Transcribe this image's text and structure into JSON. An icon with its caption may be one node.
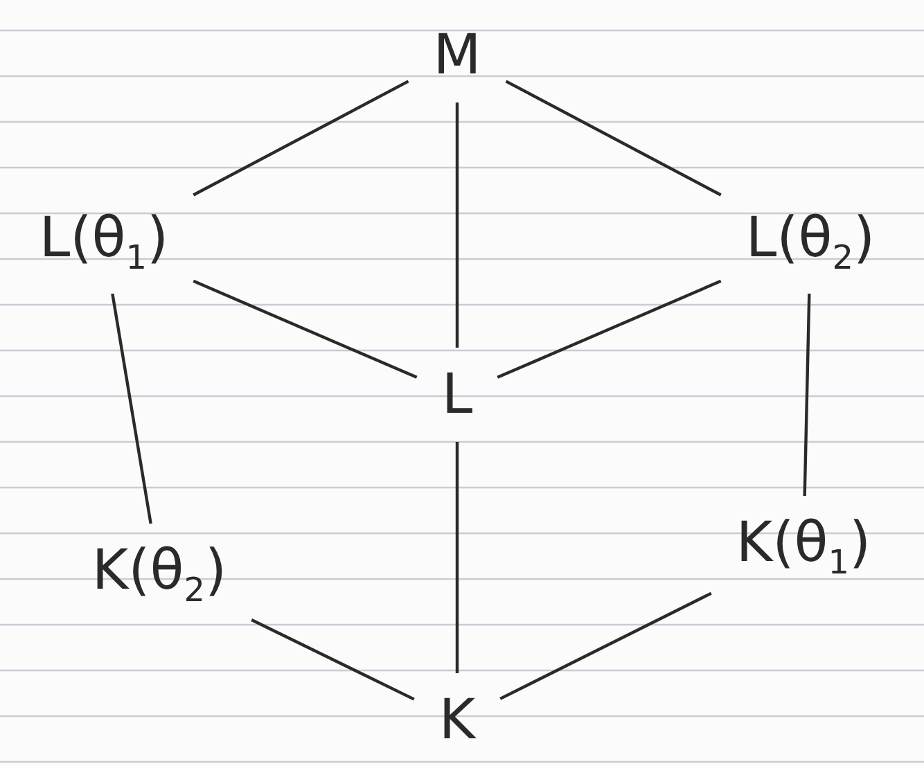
{
  "diagram": {
    "nodes": [
      {
        "text": [
          "M"
        ]
      },
      {
        "text": [
          "L(θ$_{1}$)"
        ]
      },
      {
        "text": [
          "L(θ$_{2}$)"
        ]
      },
      {
        "text": [
          "L"
        ]
      },
      {
        "text": [
          "K(θ$_{2}$)"
        ]
      },
      {
        "text": [
          "K(θ$_{1}$)"
        ]
      },
      {
        "text": [
          "K"
        ]
      }
    ],
    "edges": [
      {
        "from": 0,
        "to": 1,
        "arrow": "none"
      },
      {
        "from": 0,
        "to": 3,
        "arrow": "none"
      },
      {
        "from": 0,
        "to": 2,
        "arrow": "none"
      },
      {
        "from": 1,
        "to": 3,
        "arrow": "none"
      },
      {
        "from": 2,
        "to": 3,
        "arrow": "none"
      },
      {
        "from": 1,
        "to": 4,
        "arrow": "none"
      },
      {
        "from": 2,
        "to": 5,
        "arrow": "none"
      },
      {
        "from": 3,
        "to": 6,
        "arrow": "none"
      },
      {
        "from": 4,
        "to": 6,
        "arrow": "none"
      },
      {
        "from": 5,
        "to": 6,
        "arrow": "none"
      }
    ]
  }
}
